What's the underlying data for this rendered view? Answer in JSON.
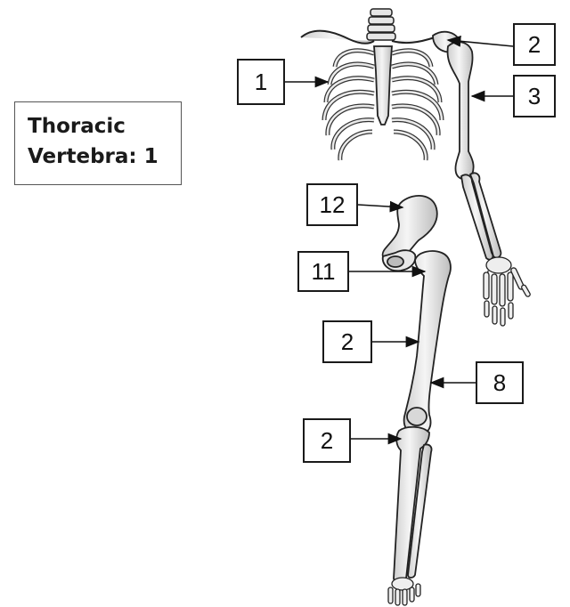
{
  "info_box": {
    "line1": "Thoracic",
    "line2": "Vertebra: 1"
  },
  "callouts": [
    {
      "id": "ribcage",
      "label": "1"
    },
    {
      "id": "shoulder",
      "label": "2"
    },
    {
      "id": "humerus",
      "label": "3"
    },
    {
      "id": "ilium",
      "label": "12"
    },
    {
      "id": "hip-joint",
      "label": "11"
    },
    {
      "id": "femur-left",
      "label": "2"
    },
    {
      "id": "femur-right",
      "label": "8"
    },
    {
      "id": "tibia",
      "label": "2"
    }
  ],
  "colors": {
    "bone_fill": "#ececec",
    "bone_stroke": "#222222",
    "label_border": "#1a1a1a"
  }
}
